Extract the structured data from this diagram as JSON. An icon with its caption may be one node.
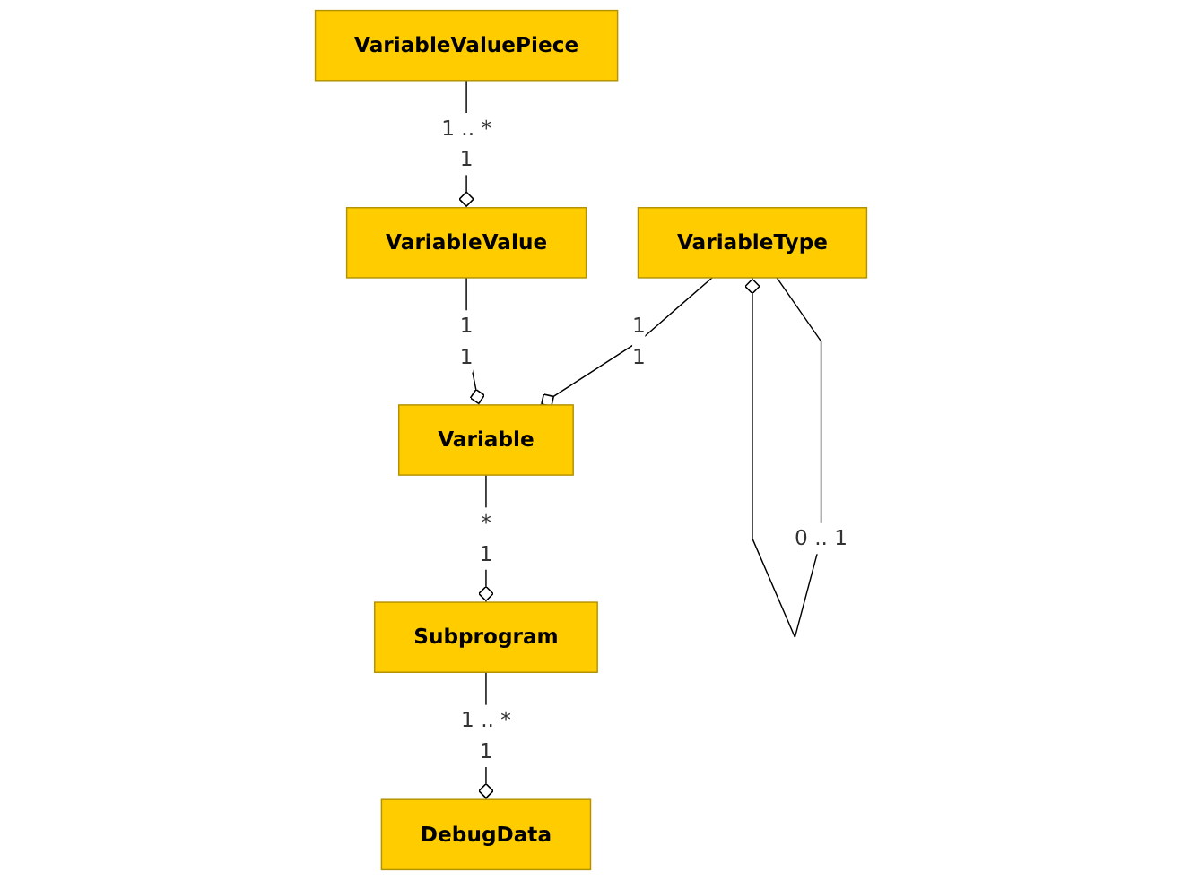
{
  "diagram": {
    "nodes": [
      {
        "text": [
          "VariableValuePiece"
        ]
      },
      {
        "text": [
          "VariableType"
        ]
      },
      {
        "text": [
          "VariableValue"
        ]
      },
      {
        "text": [
          "Variable"
        ]
      },
      {
        "text": [
          "Subprogram"
        ]
      },
      {
        "text": [
          "DebugData"
        ]
      }
    ],
    "edges": [
      {
        "from": 1,
        "to": 1,
        "arrow": "other"
      },
      {
        "from": 0,
        "to": 2,
        "arrow": "other"
      },
      {
        "from": 1,
        "to": 3,
        "arrow": "other"
      },
      {
        "from": 2,
        "to": 3,
        "arrow": "other"
      },
      {
        "from": 3,
        "to": 4,
        "arrow": "other"
      },
      {
        "from": 4,
        "to": 5,
        "arrow": "other"
      }
    ],
    "labels": [
      "1 .. *",
      "1",
      "0 .. 1",
      "1",
      "1",
      "1",
      "1",
      "*",
      "1",
      "1 .. *",
      "1"
    ]
  }
}
